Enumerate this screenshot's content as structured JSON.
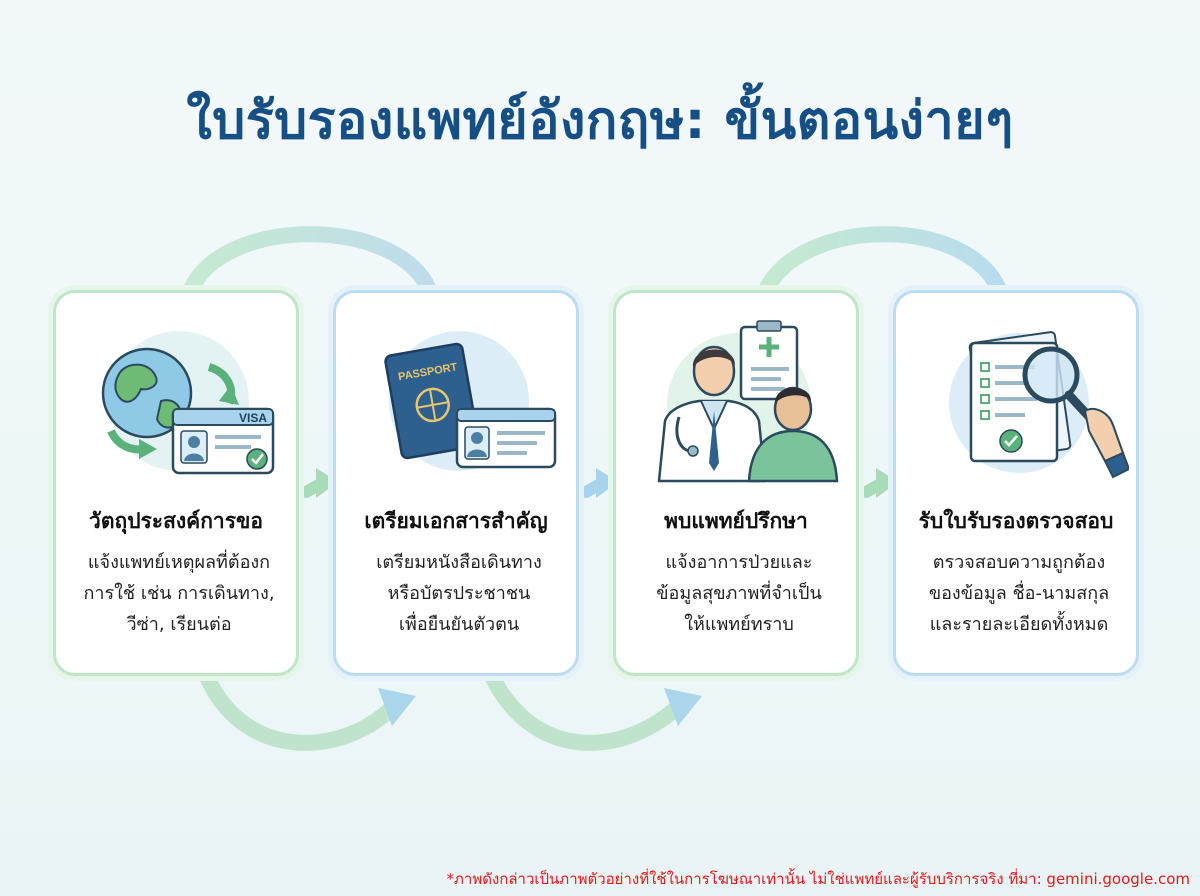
{
  "title": "ใบรับรองแพทย์อังกฤษ: ขั้นตอนง่ายๆ",
  "steps": [
    {
      "title": "วัตถุประสงค์การขอ",
      "description": "แจ้งแพทย์เหตุผลที่ต้องก\nการใช้ เช่น การเดินทาง,\nวีซ่า, เรียนต่อ",
      "icon": "globe-visa-icon",
      "card_label": "VISA"
    },
    {
      "title": "เตรียมเอกสารสำคัญ",
      "description": "เตรียมหนังสือเดินทาง\nหรือบัตรประชาชน\nเพื่อยืนยันตัวตน",
      "icon": "passport-id-icon",
      "card_label": "PASSPORT"
    },
    {
      "title": "พบแพทย์ปรึกษา",
      "description": "แจ้งอาการป่วยและ\nข้อมูลสุขภาพที่จำเป็น\nให้แพทย์ทราบ",
      "icon": "doctor-consult-icon"
    },
    {
      "title": "รับใบรับรองตรวจสอบ",
      "description": "ตรวจสอบความถูกต้อง\nของข้อมูล ชื่อ-นามสกุล\nและรายละเอียดทั้งหมด",
      "icon": "document-magnifier-icon"
    }
  ],
  "disclaimer": "*ภาพดังกล่าวเป็นภาพตัวอย่างที่ใช้ในการโฆษณาเท่านั้น ไม่ใช่แพทย์และผู้รับบริการจริง ที่มา: gemini.google.com",
  "colors": {
    "title": "#164f86",
    "green_accent": "#bfe6c7",
    "blue_accent": "#bcdcf0",
    "disclaimer": "#e01b1b"
  }
}
